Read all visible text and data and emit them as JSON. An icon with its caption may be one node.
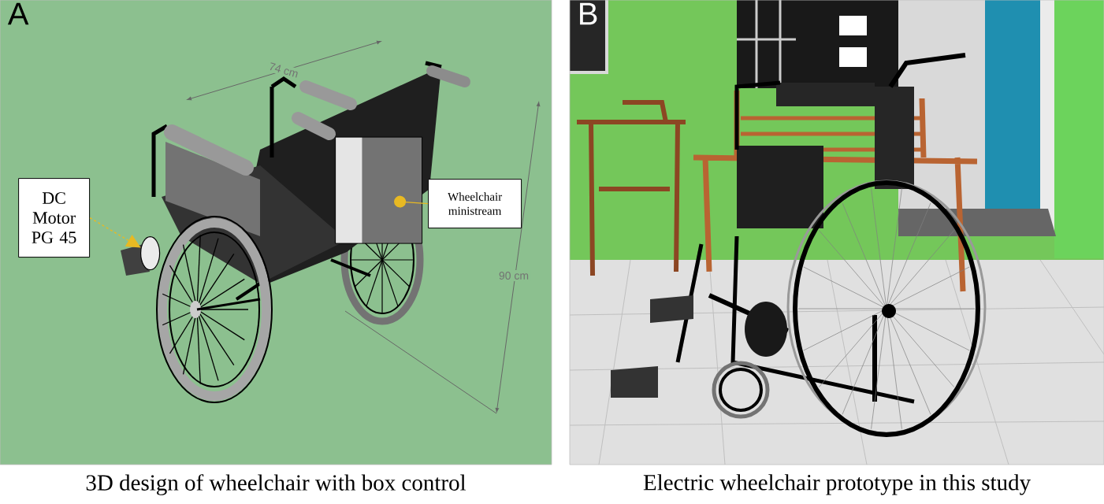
{
  "diagram": {
    "nodes": [
      {
        "text": [
          "A"
        ],
        "beside": [
          "3D design of wheelchair with box control"
        ]
      },
      {
        "text": [
          "B"
        ],
        "beside": [
          "Electric wheelchair prototype in this study"
        ]
      },
      {
        "text": [
          "DC Motor PG 45"
        ],
        "in": 0
      },
      {
        "text": [
          "Wheelchair ministream"
        ],
        "in": 0
      },
      {
        "text": [],
        "shape": "circle",
        "in": 0
      },
      {
        "text": [],
        "shape": "box",
        "in": 0
      }
    ],
    "edges": [
      {
        "from": 2,
        "to": 4,
        "arrow": "to",
        "style": "dashed",
        "color": "#e8b923"
      },
      {
        "from": 3,
        "to": 5,
        "arrow": "other",
        "color": "#e8b923"
      }
    ],
    "labels": [
      "74 cm",
      "90 cm"
    ]
  }
}
